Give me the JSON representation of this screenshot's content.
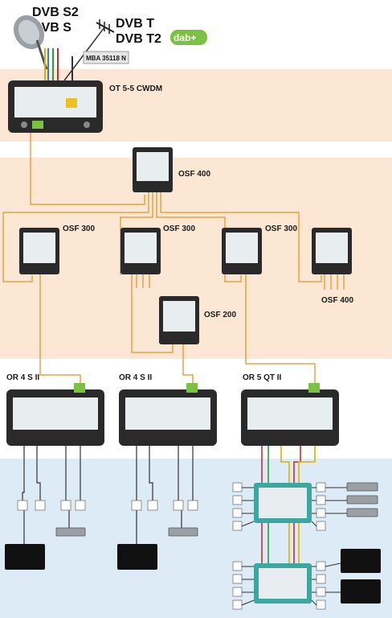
{
  "logos": {
    "dvb_s2": "DVB S2",
    "dvb_s": "DVB S",
    "dvb_t": "DVB T",
    "dvb_t2": "DVB T2",
    "dab": "dab+"
  },
  "labels": {
    "mba": "MBA 35118 N",
    "ot": "OT 5-5 CWDM",
    "osf400_top": "OSF 400",
    "osf300_a": "OSF 300",
    "osf300_b": "OSF 300",
    "osf300_c": "OSF 300",
    "osf400_right": "OSF 400",
    "osf200": "OSF 200",
    "or4_a": "OR 4 S II",
    "or4_b": "OR 4 S II",
    "or5": "OR 5 QT II"
  },
  "colors": {
    "band_peach": "#fbe7d3",
    "band_blue": "#dcebf5",
    "fiber": "#f0a040",
    "coax": "#333333",
    "device": "#2a2a2a",
    "accent_green": "#7cc242"
  }
}
